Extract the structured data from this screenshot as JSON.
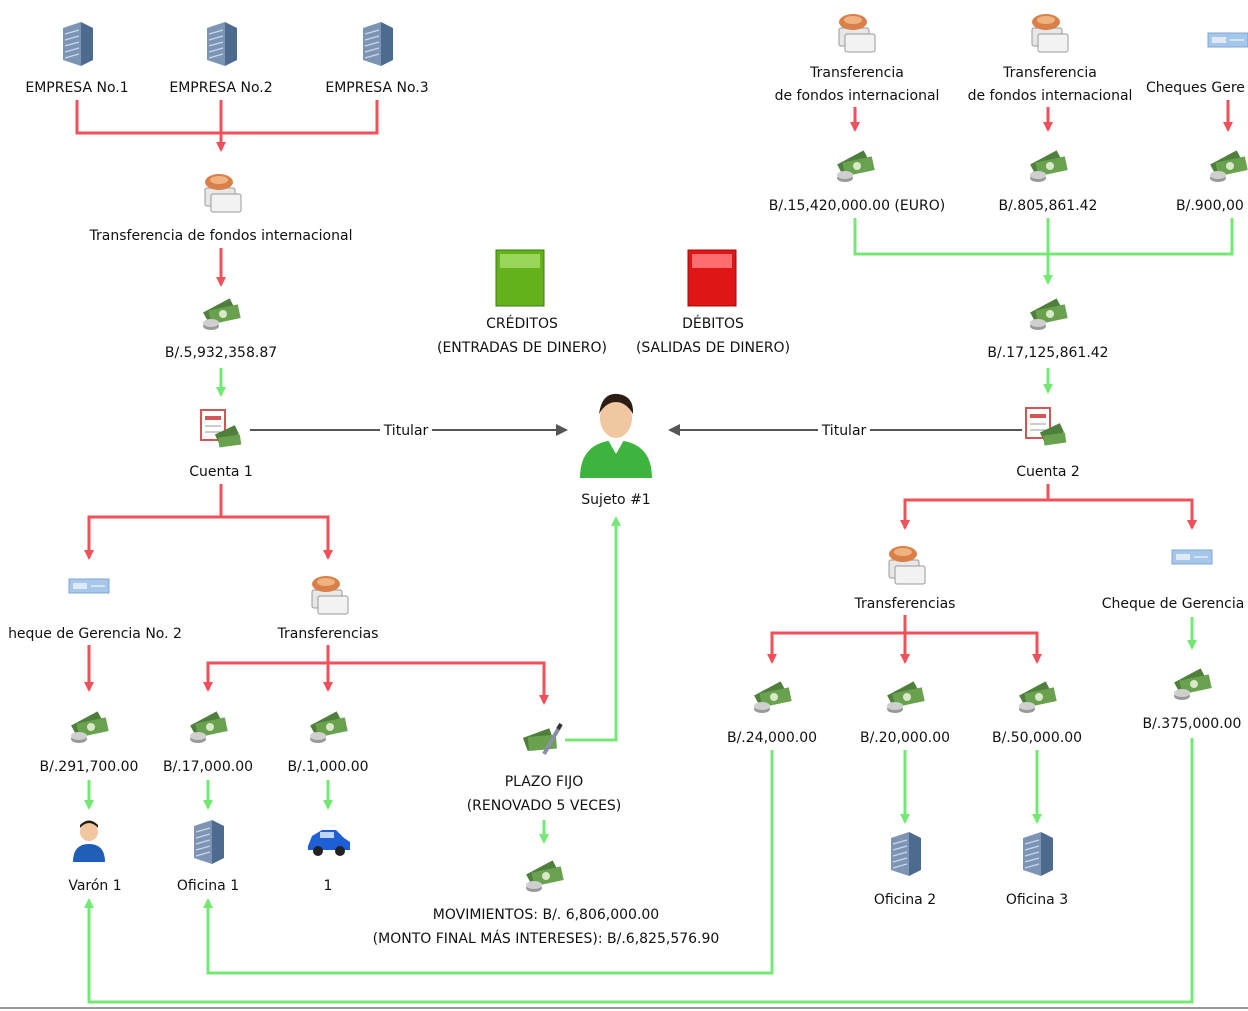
{
  "colors": {
    "credit_line": "#74e874",
    "debit_line": "#f0505a",
    "link_line": "#555555"
  },
  "legend": {
    "credit_title": "CRÉDITOS",
    "credit_sub": "(ENTRADAS DE DINERO)",
    "debit_title": "DÉBITOS",
    "debit_sub": "(SALIDAS DE DINERO)"
  },
  "subject": {
    "label": "Sujeto #1"
  },
  "link": {
    "left": "Titular",
    "right": "Titular"
  },
  "left": {
    "companies": [
      "EMPRESA No.1",
      "EMPRESA No.2",
      "EMPRESA No.3"
    ],
    "transfer": "Transferencia de fondos internacional",
    "amount": "B/.5,932,358.87",
    "account": "Cuenta 1",
    "cheque": "heque de Gerencia No. 2",
    "transfers": "Transferencias",
    "out": [
      "B/.291,700.00",
      "B/.17,000.00",
      "B/.1,000.00"
    ],
    "dest": [
      "Varón 1",
      "Oficina 1",
      "1"
    ],
    "fixed_1": "PLAZO FIJO",
    "fixed_2": "(RENOVADO 5 VECES)",
    "mov_1": "MOVIMIENTOS: B/. 6,806,000.00",
    "mov_2": "(MONTO FINAL MÁS INTERESES): B/.6,825,576.90"
  },
  "right": {
    "source1_a": "Transferencia",
    "source1_b": "de fondos internacional",
    "source2_a": "Transferencia",
    "source2_b": "de fondos internacional",
    "source3": "Cheques Gere",
    "in": [
      "B/.15,420,000.00 (EURO)",
      "B/.805,861.42",
      "B/.900,00"
    ],
    "total": "B/.17,125,861.42",
    "account": "Cuenta 2",
    "transfers": "Transferencias",
    "cheque": "Cheque de Gerencia",
    "out": [
      "B/.24,000.00",
      "B/.20,000.00",
      "B/.50,000.00",
      "B/.375,000.00"
    ],
    "dest": [
      "Oficina 2",
      "Oficina 3"
    ]
  },
  "icons": [
    "building-icon",
    "transfer-icon",
    "money-icon",
    "account-icon",
    "cheque-icon",
    "person-icon",
    "user-icon",
    "car-icon",
    "fixed-term-icon"
  ]
}
